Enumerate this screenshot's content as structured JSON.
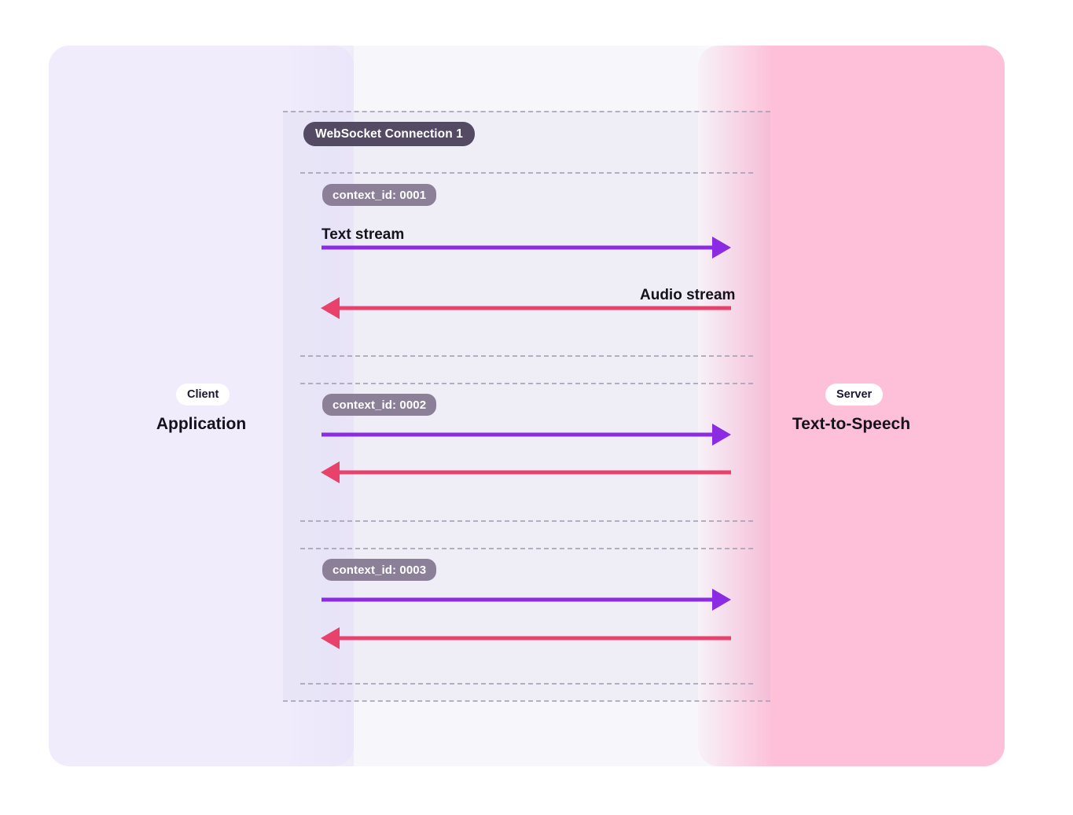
{
  "diagram": {
    "title": "WebSocket Connection 1",
    "left_role": {
      "chip": "Client",
      "title": "Application"
    },
    "right_role": {
      "chip": "Server",
      "title": "Text-to-Speech"
    },
    "connection_badge": "WebSocket Connection 1",
    "contexts": [
      {
        "badge": "context_id: 0001",
        "outbound_label": "Text stream",
        "inbound_label": "Audio stream"
      },
      {
        "badge": "context_id: 0002",
        "outbound_label": "",
        "inbound_label": ""
      },
      {
        "badge": "context_id: 0003",
        "outbound_label": "",
        "inbound_label": ""
      }
    ],
    "colors": {
      "outbound_arrow": "#8b2be2",
      "inbound_arrow": "#e8416b",
      "client_panel": "#f0ecfc",
      "server_panel": "#fdc0d8",
      "channel_band": "#f7f6fb",
      "connection_badge_bg": "#554a63",
      "context_badge_bg": "#8c8099",
      "dash_line": "#a9a3b8"
    }
  }
}
